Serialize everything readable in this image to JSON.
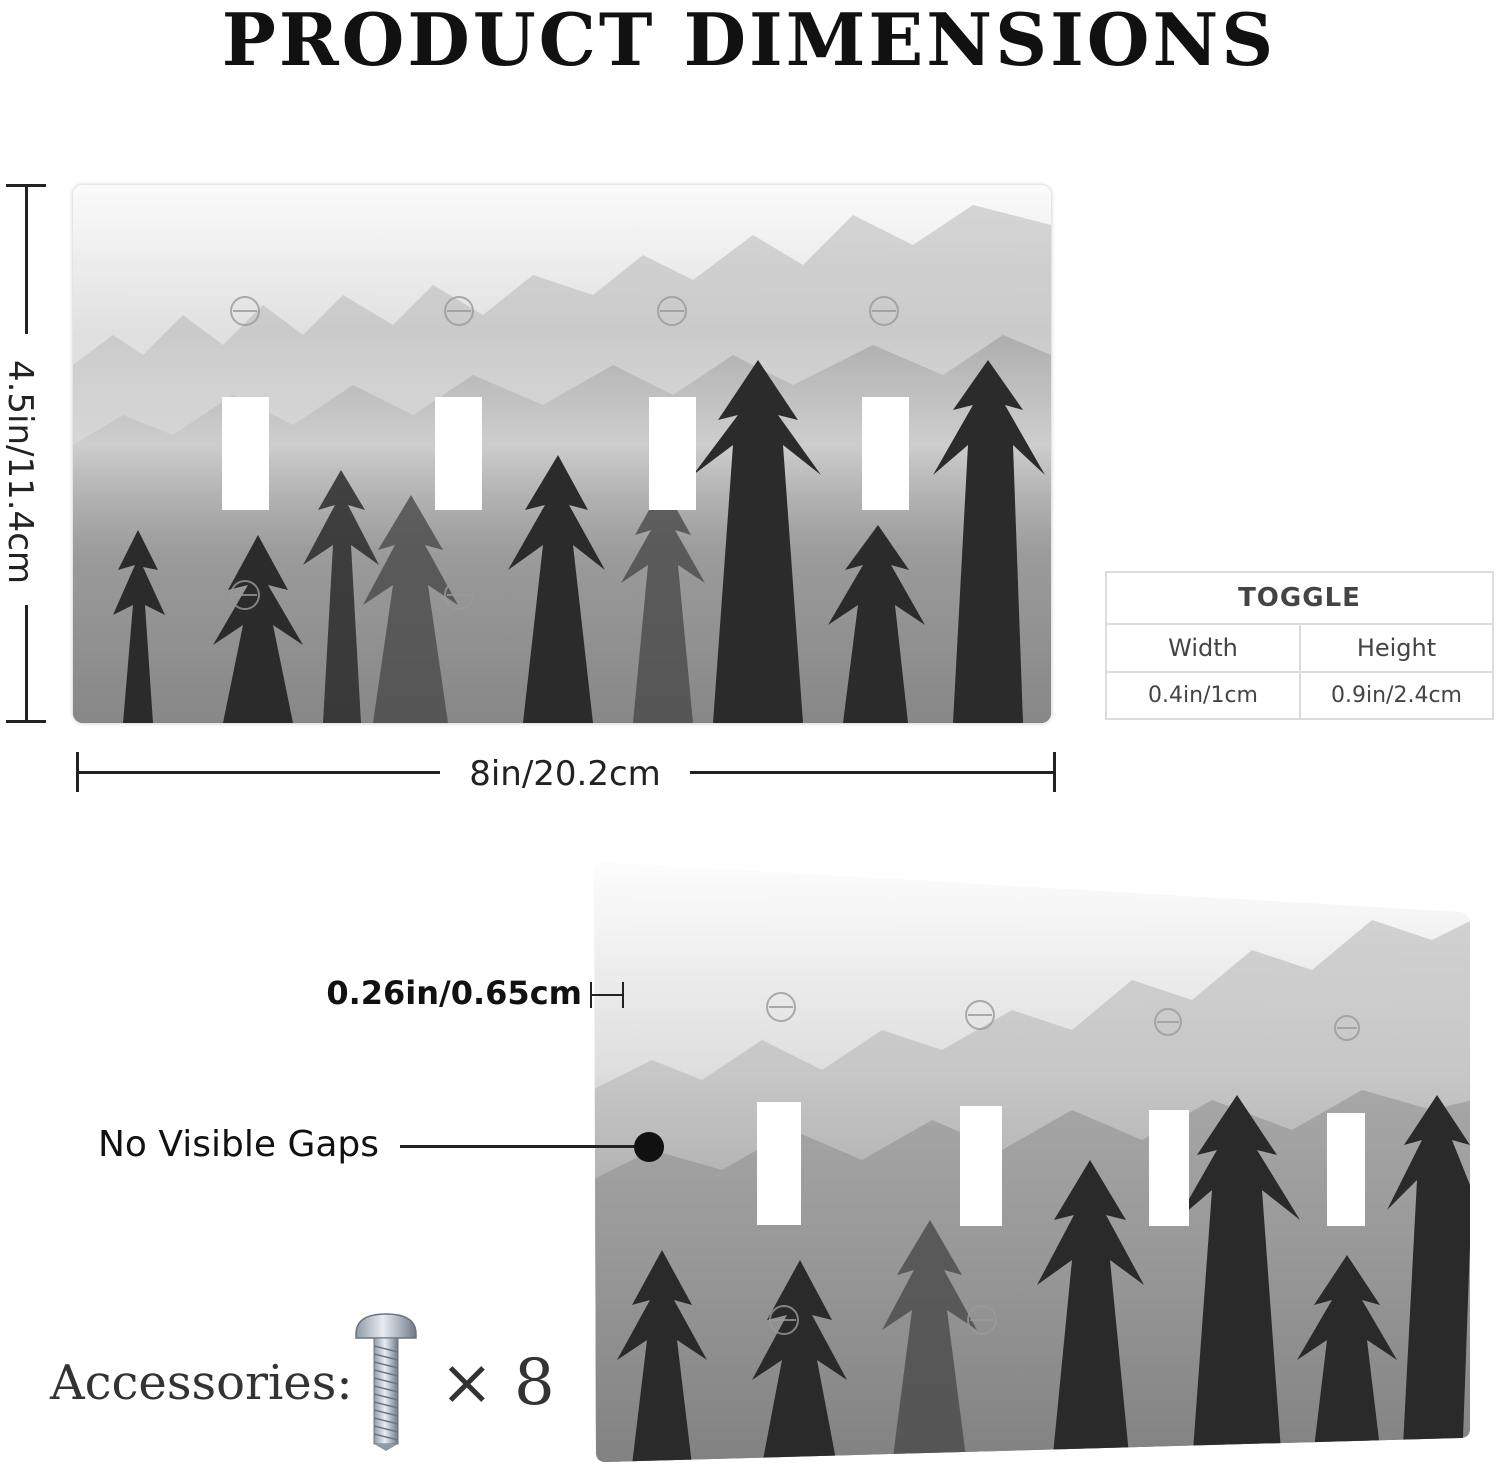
{
  "title": "PRODUCT DIMENSIONS",
  "dimensions": {
    "height_label": "4.5in/11.4cm",
    "width_label": "8in/20.2cm",
    "thickness_label": "0.26in/0.65cm"
  },
  "toggle_spec": {
    "header": "TOGGLE",
    "width_header": "Width",
    "height_header": "Height",
    "width_value": "0.4in/1cm",
    "height_value": "0.9in/2.4cm"
  },
  "callout": {
    "label": "No Visible Gaps"
  },
  "accessories": {
    "label": "Accessories:",
    "icon": "screw-icon",
    "quantity": "× 8"
  },
  "product": {
    "type": "4-gang toggle wall plate",
    "print": "misty pine forest, black and white",
    "toggle_count": 4
  },
  "colors": {
    "text": "#1a1a1a",
    "table_border": "#dcdcdc",
    "plate_light": "#f2f2f2",
    "plate_dark": "#2a2a2a"
  }
}
